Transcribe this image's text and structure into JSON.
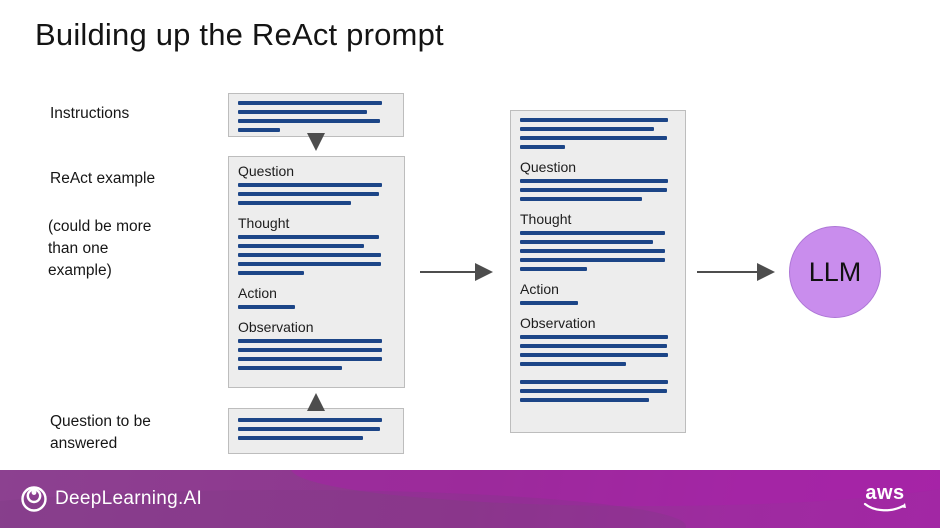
{
  "title": "Building up the ReAct prompt",
  "left_labels": {
    "instructions": "Instructions",
    "react_example": "ReAct example",
    "more_examples_note": "(could be more\nthan one\nexample)",
    "question_to_answer": "Question to be\nanswered"
  },
  "diagram": {
    "instructions_box": {
      "lines": [
        92,
        83,
        91,
        27
      ]
    },
    "example_box": {
      "sections": [
        {
          "label": "Question",
          "lines": [
            92,
            90,
            72
          ]
        },
        {
          "label": "Thought",
          "lines": [
            90,
            80,
            91,
            91,
            42
          ]
        },
        {
          "label": "Action",
          "lines": [
            36
          ]
        },
        {
          "label": "Observation",
          "lines": [
            92,
            92,
            92,
            66
          ]
        }
      ]
    },
    "question_box": {
      "lines": [
        92,
        91,
        80
      ]
    },
    "combined_box": {
      "top_lines": [
        95,
        86,
        94,
        29
      ],
      "sections": [
        {
          "label": "Question",
          "lines": [
            95,
            94,
            78
          ]
        },
        {
          "label": "Thought",
          "lines": [
            93,
            85,
            93,
            93,
            43
          ]
        },
        {
          "label": "Action",
          "lines": [
            37
          ]
        },
        {
          "label": "Observation",
          "lines": [
            95,
            94,
            95,
            68
          ]
        }
      ],
      "bottom_lines": [
        95,
        94,
        83
      ]
    },
    "llm_label": "LLM"
  },
  "footer": {
    "brand": "DeepLearning.AI",
    "aws_label": "aws"
  },
  "colors": {
    "line_blue": "#1c4587",
    "box_bg": "#ededed",
    "box_border": "#bdbdbd",
    "arrow_gray": "#4d4d4d",
    "llm_fill": "#c98ded",
    "footer_purple_left": "#8c4190",
    "footer_purple_right": "#a227a4"
  }
}
